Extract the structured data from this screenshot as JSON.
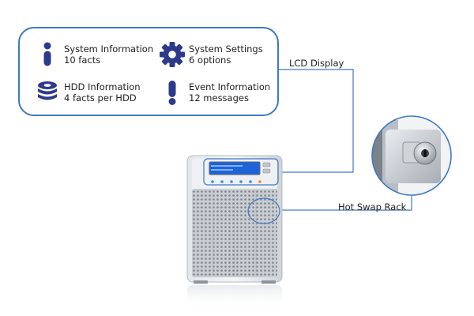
{
  "menu": {
    "system_information": {
      "title": "System Information",
      "detail": "10 facts"
    },
    "system_settings": {
      "title": "System Settings",
      "detail": "6 options"
    },
    "hdd_information": {
      "title": "HDD Information",
      "detail": "4 facts per HDD"
    },
    "event_information": {
      "title": "Event Information",
      "detail": "12 messages"
    }
  },
  "labels": {
    "lcd_display": "LCD Display",
    "hot_swap_rack": "Hot Swap Rack"
  },
  "icons": {
    "system_information": "info-icon",
    "system_settings": "gear-icon",
    "hdd_information": "disk-stack-icon",
    "event_information": "exclamation-icon"
  },
  "colors": {
    "callout_border": "#3f78c4",
    "icon": "#2d3a8c",
    "lcd_screen": "#1e63d8",
    "led_blue": "#3a8ee6",
    "led_orange": "#f08a1e",
    "leader_line": "#3f78c4",
    "enclosure": "#d7dade"
  }
}
